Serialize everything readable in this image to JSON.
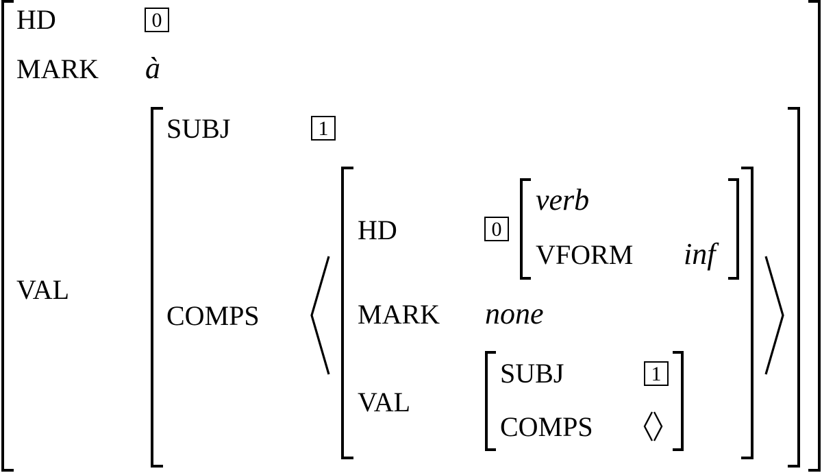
{
  "outer": {
    "hd": {
      "label": "HD",
      "tag": "0"
    },
    "mark": {
      "label": "MARK",
      "value": "à"
    },
    "val": {
      "label": "VAL",
      "subj": {
        "label": "SUBJ",
        "tag": "1"
      },
      "comps": {
        "label": "COMPS",
        "element": {
          "hd": {
            "label": "HD",
            "tag": "0",
            "type": "verb",
            "vform": {
              "label": "VFORM",
              "value": "inf"
            }
          },
          "mark": {
            "label": "MARK",
            "value": "none"
          },
          "val": {
            "label": "VAL",
            "subj": {
              "label": "SUBJ",
              "tag": "1"
            },
            "comps": {
              "label": "COMPS"
            }
          }
        }
      }
    }
  }
}
